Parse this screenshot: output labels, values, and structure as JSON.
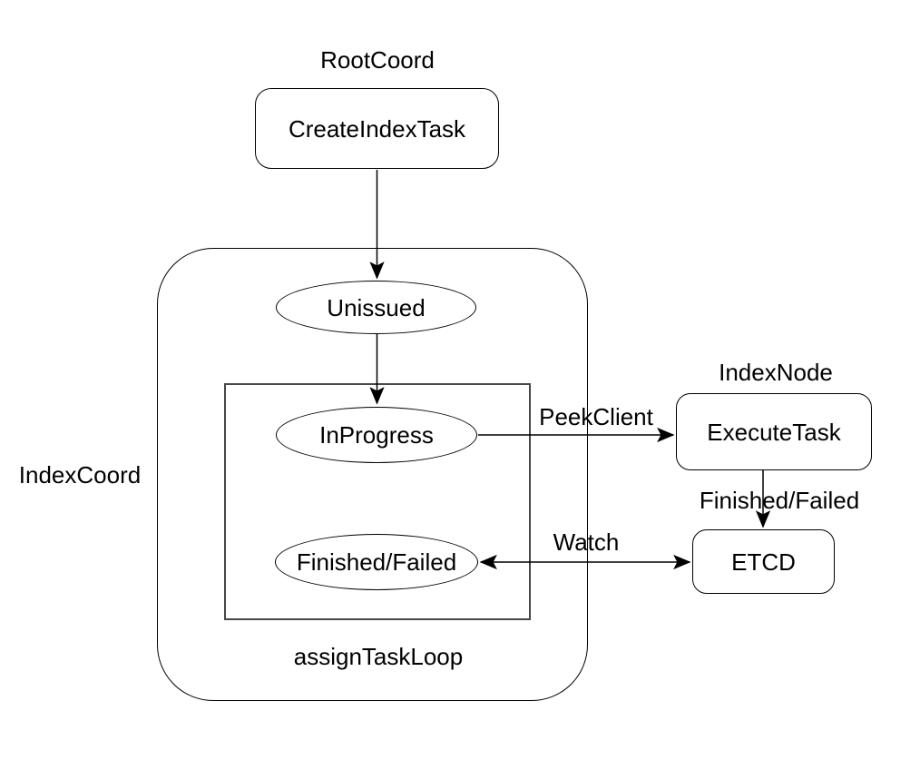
{
  "diagram": {
    "title_context": "index task state flow",
    "colors": {
      "background": "#ffffff",
      "stroke": "#000000",
      "text": "#000000",
      "inner_loop_stroke": "#474747"
    },
    "groups": {
      "root_coord": {
        "label": "RootCoord"
      },
      "index_coord": {
        "label": "IndexCoord"
      },
      "index_node": {
        "label": "IndexNode"
      },
      "assign_task_loop": {
        "label": "assignTaskLoop"
      }
    },
    "nodes": {
      "create_index_task": {
        "label": "CreateIndexTask",
        "shape": "rounded-rect",
        "group": "RootCoord"
      },
      "unissued": {
        "label": "Unissued",
        "shape": "ellipse",
        "group": "IndexCoord"
      },
      "in_progress": {
        "label": "InProgress",
        "shape": "ellipse",
        "group": "assignTaskLoop"
      },
      "finished_failed": {
        "label": "Finished/Failed",
        "shape": "ellipse",
        "group": "assignTaskLoop"
      },
      "execute_task": {
        "label": "ExecuteTask",
        "shape": "rounded-rect",
        "group": "IndexNode"
      },
      "etcd": {
        "label": "ETCD",
        "shape": "rounded-rect",
        "group": ""
      }
    },
    "edges": [
      {
        "from": "create_index_task",
        "to": "unissued",
        "label": "",
        "bidirectional": false
      },
      {
        "from": "unissued",
        "to": "in_progress",
        "label": "",
        "bidirectional": false
      },
      {
        "from": "in_progress",
        "to": "execute_task",
        "label": "PeekClient",
        "bidirectional": false
      },
      {
        "from": "execute_task",
        "to": "etcd",
        "label": "Finished/Failed",
        "bidirectional": false
      },
      {
        "from": "etcd",
        "to": "finished_failed",
        "label": "Watch",
        "bidirectional": true
      }
    ]
  }
}
